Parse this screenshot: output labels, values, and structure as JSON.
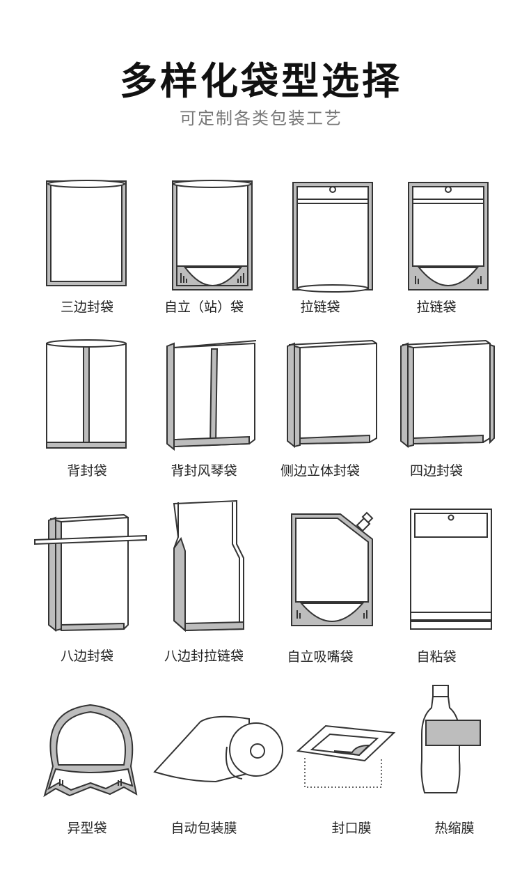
{
  "header": {
    "title": "多样化袋型选择",
    "subtitle": "可定制各类包装工艺"
  },
  "items": [
    {
      "label": "三边封袋",
      "icon": "three-side-seal-bag-icon"
    },
    {
      "label": "自立（站）袋",
      "icon": "stand-up-pouch-icon"
    },
    {
      "label": "拉链袋",
      "icon": "zipper-bag-icon"
    },
    {
      "label": "拉链袋",
      "icon": "stand-up-zipper-bag-icon"
    },
    {
      "label": "背封袋",
      "icon": "back-seal-bag-icon"
    },
    {
      "label": "背封风琴袋",
      "icon": "back-seal-gusset-bag-icon"
    },
    {
      "label": "侧边立体封袋",
      "icon": "side-gusset-bag-icon"
    },
    {
      "label": "四边封袋",
      "icon": "four-side-seal-bag-icon"
    },
    {
      "label": "八边封袋",
      "icon": "eight-side-seal-bag-icon"
    },
    {
      "label": "八边封拉链袋",
      "icon": "eight-side-zipper-bag-icon"
    },
    {
      "label": "自立吸嘴袋",
      "icon": "spout-pouch-icon"
    },
    {
      "label": "自粘袋",
      "icon": "self-adhesive-bag-icon"
    },
    {
      "label": "异型袋",
      "icon": "shaped-bag-icon"
    },
    {
      "label": "自动包装膜",
      "icon": "packaging-film-roll-icon"
    },
    {
      "label": "封口膜",
      "icon": "lidding-film-icon"
    },
    {
      "label": "热缩膜",
      "icon": "shrink-film-bottle-icon"
    }
  ]
}
